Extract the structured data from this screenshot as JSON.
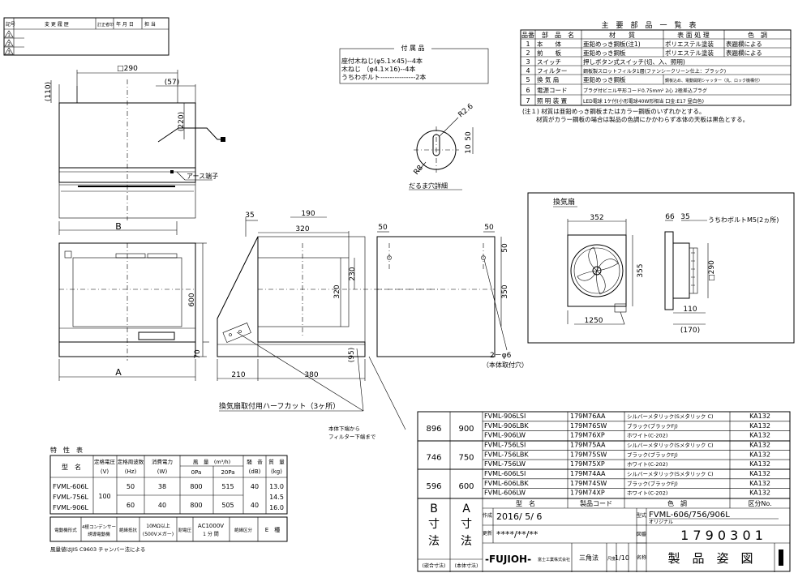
{
  "revision_block": {
    "headers": [
      "記号",
      "変 更 履 歴",
      "訂正者印",
      "年 月 日",
      "担 当"
    ],
    "marks": [
      "1",
      "2",
      "3"
    ]
  },
  "accessories": {
    "title": "付 属 品",
    "items": [
      "座付木ねじ(φ5.1×45)--4本",
      "木ねじ （φ4.1×16)--4本",
      "うちわボルト---------------2本"
    ]
  },
  "parts_list": {
    "title": "主　要　部　品　一　覧　表",
    "headers": [
      "品番",
      "部　品　名",
      "材　　質",
      "表 面 処 理",
      "色　調"
    ],
    "rows": [
      [
        "1",
        "本　　体",
        "亜鉛めっき鋼板(注1)",
        "ポリエステル塗装",
        "表題欄による"
      ],
      [
        "2",
        "前　　板",
        "亜鉛めっき鋼板",
        "ポリエステル塗装",
        "表題欄による"
      ],
      [
        "3",
        "スイッチ",
        "押しボタン式スイッチ(切、入、照明)",
        "",
        ""
      ],
      [
        "4",
        "フィルター",
        "鋼板製スロットフィルタ1層(ファンシークリーン仕上：ブラック)",
        "",
        ""
      ],
      [
        "5",
        "換 気 扇",
        "亜鉛めっき鋼板",
        "鋼板込め、電動開閉シャッター（丸、ロック機構付）",
        ""
      ],
      [
        "6",
        "電源コード",
        "プラグ付ビニル平形コード0.75mm² 2心 2極差込プラグ",
        "",
        ""
      ],
      [
        "7",
        "照 明 装 置",
        "LED電球 1ケ付(小形電球40W形相当 口金:E17 昼白色)",
        "",
        ""
      ]
    ],
    "notes": [
      "(注１) 材質は亜鉛めっき鋼板またはカラー鋼板のいずれかとする。",
      "材質がカラー鋼板の場合は製品の色調にかかわらず本体の天板は黒色とする。"
    ]
  },
  "front_view": {
    "dims": {
      "d290": "□290",
      "d57": "(57)",
      "d110": "(110)",
      "d220": "(220)",
      "d600": "600",
      "d70": "70"
    },
    "earth_label": "アース端子",
    "width_label_b": "B",
    "width_label_a": "A"
  },
  "side_view": {
    "dims": {
      "d35": "35",
      "d190": "190",
      "d320w": "320",
      "d230": "230",
      "d320h": "320",
      "d95": "(95)",
      "d210": "210",
      "d380": "380"
    },
    "half_cut_label": "換気扇取付用ハーフカット（3ヶ所）",
    "filter_note": "本体下端から\nフィルター下端まで"
  },
  "keyhole_detail": {
    "dims": {
      "r26": "R2.6",
      "d50": "50",
      "d10": "10",
      "r8": "R8"
    },
    "label": "だるま穴詳細"
  },
  "top_plate": {
    "dims": {
      "d50l": "50",
      "d50r": "50",
      "d50v": "50",
      "d350": "350"
    },
    "holes_label": "2－φ6",
    "holes_sub": "（本体取付穴）"
  },
  "fan_view": {
    "title": "換気扇",
    "dims": {
      "d352": "352",
      "d355": "355",
      "d1250": "1250",
      "d66": "66",
      "d35": "35",
      "d290": "□290",
      "d110": "110",
      "d170": "(170)"
    },
    "bolt_label": "うちわボルトM5(2ヵ所)"
  },
  "spec_table": {
    "title": "特　性　表",
    "headers": [
      "型　名",
      "定格電圧\n(V)",
      "定格周波数\n(Hz)",
      "消費電力\n(W)",
      "風　量　(m³/h)",
      "騒　音\n(dB)",
      "質　量\n(kg)"
    ],
    "sub_headers": [
      "0Pa",
      "20Pa"
    ],
    "models": [
      "FVML-606L",
      "FVML-756L",
      "FVML-906L"
    ],
    "voltage": "100",
    "rows": [
      [
        "50",
        "38",
        "800",
        "515",
        "40"
      ],
      [
        "60",
        "40",
        "800",
        "505",
        "40"
      ]
    ],
    "mass": [
      "13.0",
      "14.5",
      "16.0"
    ],
    "motor_row": [
      "電動機形式",
      "4極コンデンサー誘導電動機",
      "絶縁抵抗",
      "10MΩ以上\n(500Vメガー)",
      "耐電圧",
      "AC1000V\n1 分 間",
      "絶縁区分",
      "E　種"
    ],
    "footnote": "風量値はJIS C9603 チャンバー法による"
  },
  "model_table": {
    "groups": [
      {
        "b": "896",
        "a": "900",
        "rows": [
          [
            "FVML-906LSI",
            "179M76AA",
            "シルバーメタリック(Sメタリック C)",
            "KA132"
          ],
          [
            "FVML-906LBK",
            "179M76SW",
            "ブラック(ブラックFJ)",
            "KA132"
          ],
          [
            "FVML-906LW",
            "179M76XP",
            "ホワイト(C-202)",
            "KA132"
          ]
        ]
      },
      {
        "b": "746",
        "a": "750",
        "rows": [
          [
            "FVML-756LSI",
            "179M75AA",
            "シルバーメタリック(Sメタリック C)",
            "KA132"
          ],
          [
            "FVML-756LBK",
            "179M75SW",
            "ブラック(ブラックFJ)",
            "KA132"
          ],
          [
            "FVML-756LW",
            "179M75XP",
            "ホワイト(C-202)",
            "KA132"
          ]
        ]
      },
      {
        "b": "596",
        "a": "600",
        "rows": [
          [
            "FVML-606LSI",
            "179M74AA",
            "シルバーメタリック(Sメタリック C)",
            "KA132"
          ],
          [
            "FVML-606LBK",
            "179M74SW",
            "ブラック(ブラックFJ)",
            "KA132"
          ],
          [
            "FVML-606LW",
            "179M74XP",
            "ホワイト(C-202)",
            "KA132"
          ]
        ]
      }
    ],
    "headers": [
      "型　名",
      "製品コード",
      "色　調",
      "区分No."
    ],
    "b_label": "B\n寸\n法",
    "a_label": "A\n寸\n法",
    "b_sub": "(嵌合寸法)",
    "a_sub": "(本体寸法)"
  },
  "title_block": {
    "created_label": "作成",
    "created_date": "2016/ 5/ 6",
    "revised_label": "更新",
    "revised_date": "****/**/**",
    "type_label": "型式",
    "model": "FVML-606/756/906L",
    "original": "オリジナル",
    "drawing_no_label": "図番",
    "drawing_no": "1 7 9 0 3 0 1",
    "title_label": "名称",
    "title": "製　品　姿　図",
    "company_logo": "-FUJIOH-",
    "company_name": "富士工業株式会社",
    "projection": "三角法",
    "scale_label": "尺度",
    "scale": "1/10"
  }
}
